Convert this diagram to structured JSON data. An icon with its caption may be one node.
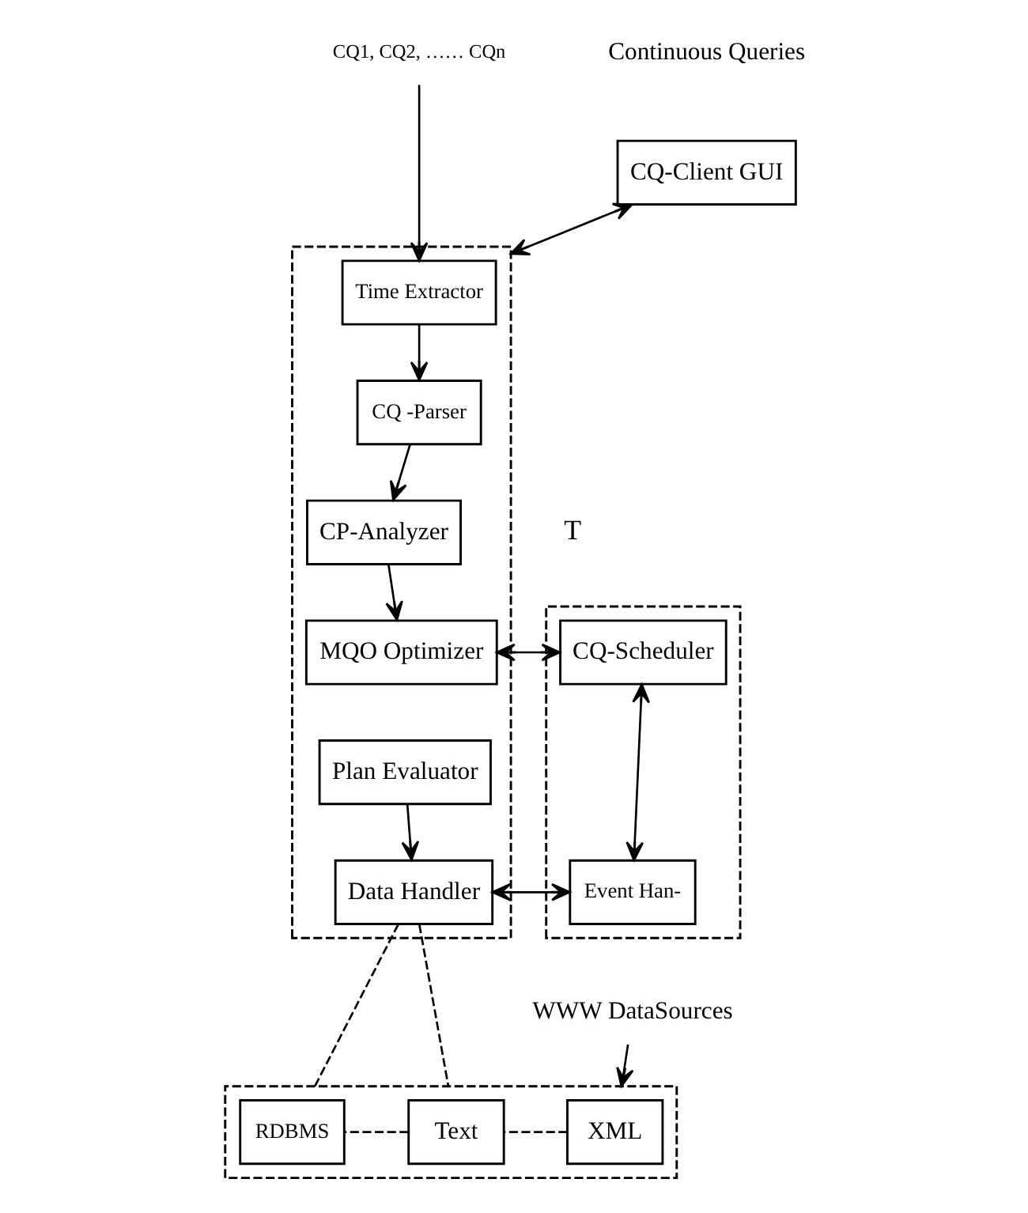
{
  "diagram": {
    "nodes": [
      {
        "text": [
          "CQ1, CQ2, …… CQn"
        ]
      },
      {
        "text": [
          "CQ-Client GUI"
        ]
      },
      {
        "text": [],
        "shape": "box"
      },
      {
        "text": [
          "Time Extractor"
        ],
        "in": 2
      },
      {
        "text": [
          "CQ -Parser"
        ],
        "in": 2
      },
      {
        "text": [
          "CP-Analyzer"
        ],
        "in": 2
      },
      {
        "text": [
          "MQO Optimizer"
        ],
        "in": 2
      },
      {
        "text": [
          "Plan Evaluator"
        ],
        "in": 2
      },
      {
        "text": [
          "Data Handler"
        ],
        "in": 2
      },
      {
        "text": [],
        "shape": "box"
      },
      {
        "text": [
          "CQ-Scheduler"
        ],
        "in": 9
      },
      {
        "text": [
          "Event Han-"
        ],
        "in": 9
      },
      {
        "text": [
          "WWW DataSources"
        ]
      },
      {
        "text": [],
        "shape": "box"
      },
      {
        "text": [
          "XML"
        ],
        "in": 13
      },
      {
        "text": [
          "Text"
        ],
        "in": 13
      },
      {
        "text": [
          "RDBMS"
        ],
        "in": 13
      }
    ],
    "edges": [
      {
        "from": 0,
        "to": 3,
        "arrow": "to"
      },
      {
        "from": 1,
        "to": 2,
        "arrow": "both"
      },
      {
        "from": 3,
        "to": 4,
        "arrow": "to"
      },
      {
        "from": 4,
        "to": 5,
        "arrow": "to"
      },
      {
        "from": 5,
        "to": 6,
        "arrow": "to"
      },
      {
        "from": 10,
        "to": 6,
        "arrow": "both"
      },
      {
        "from": 10,
        "to": 11,
        "arrow": "both"
      },
      {
        "from": 7,
        "to": 8,
        "arrow": "to"
      },
      {
        "from": 11,
        "to": 8,
        "arrow": "both"
      },
      {
        "from": 12,
        "to": 13,
        "arrow": "to"
      },
      {
        "from": 8,
        "to": 13,
        "arrow": "none",
        "style": "dashed"
      },
      {
        "from": 8,
        "to": 13,
        "arrow": "none",
        "style": "dashed"
      },
      {
        "from": 14,
        "to": 15,
        "arrow": "none",
        "style": "dashed"
      },
      {
        "from": 15,
        "to": 16,
        "arrow": "none",
        "style": "dashed"
      }
    ],
    "labels": [
      "Continuous Queries",
      "T"
    ]
  }
}
